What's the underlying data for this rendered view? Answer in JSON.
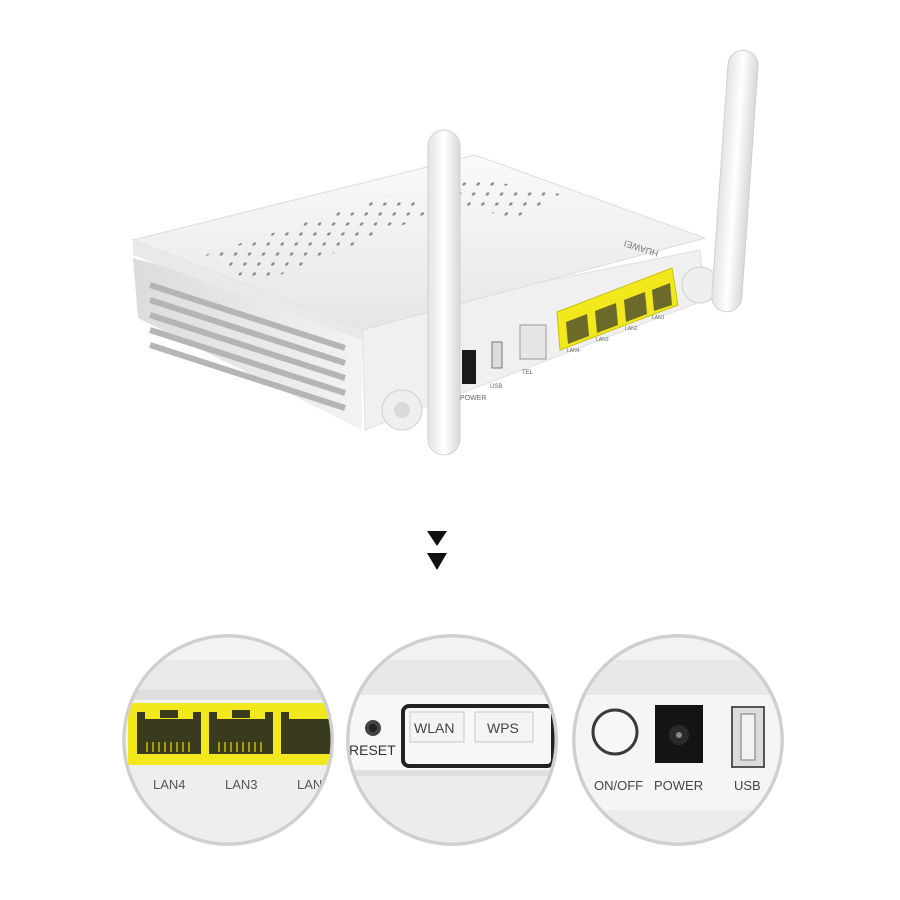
{
  "product": {
    "brand": "HUAWEI",
    "rear_labels": {
      "power": "POWER",
      "usb": "USB",
      "tel": "TEL",
      "lan4": "LAN4",
      "lan3": "LAN3",
      "lan2": "LAN2",
      "lan1": "LAN1"
    }
  },
  "detail_views": {
    "lan_ports": {
      "labels": [
        "LAN4",
        "LAN3",
        "LAN"
      ]
    },
    "buttons": {
      "reset": "RESET",
      "wlan": "WLAN",
      "wps": "WPS"
    },
    "power_section": {
      "on_off": "ON/OFF",
      "power": "POWER",
      "usb": "USB"
    }
  },
  "colors": {
    "device_body": "#f2f2f2",
    "lan_yellow": "#f3e81c",
    "port_dark": "#1a1a1a",
    "arrow": "#111111"
  },
  "icons": {
    "arrow": "double-down-arrow"
  }
}
